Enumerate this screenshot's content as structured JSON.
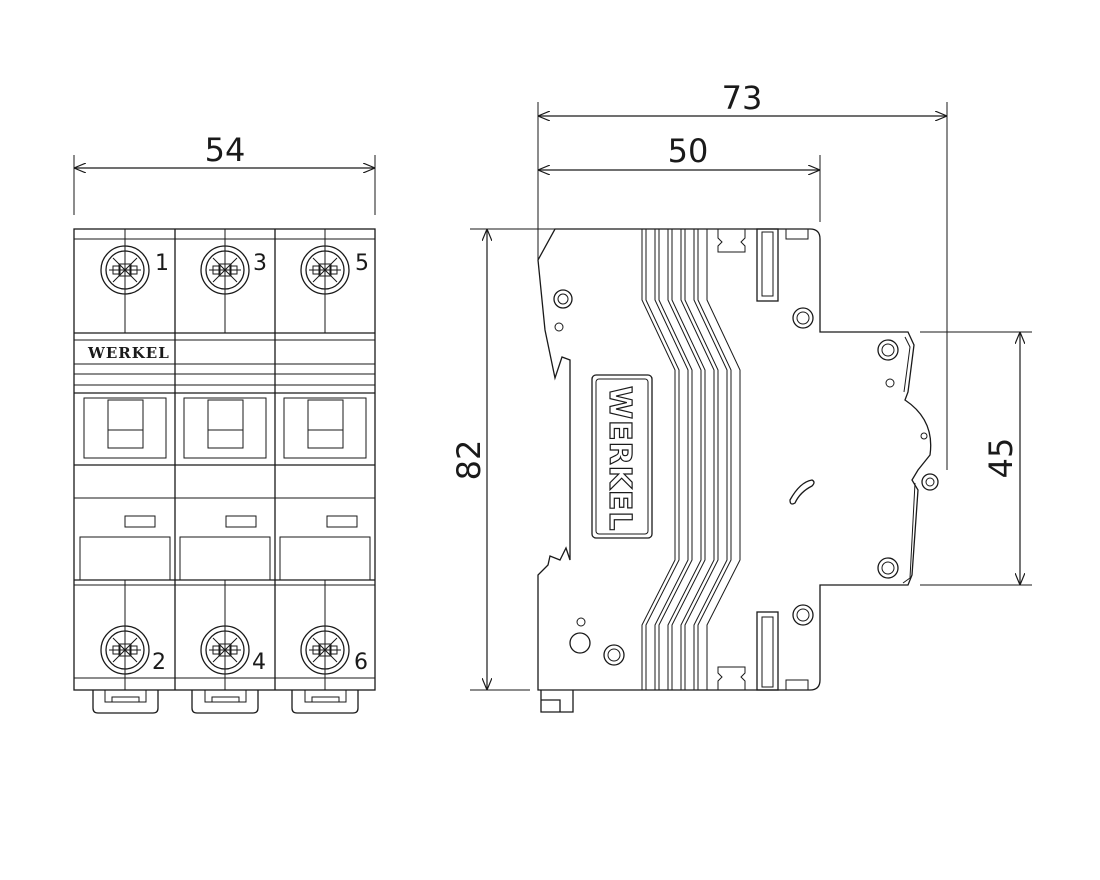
{
  "front_view": {
    "width_dim": "54",
    "brand": "WERKEL",
    "terminals_top": [
      "1",
      "3",
      "5"
    ],
    "terminals_bottom": [
      "2",
      "4",
      "6"
    ]
  },
  "side_view": {
    "overall_depth_dim": "73",
    "body_depth_dim": "50",
    "height_dim": "82",
    "din_height_dim": "45",
    "brand": "WERKEL"
  }
}
